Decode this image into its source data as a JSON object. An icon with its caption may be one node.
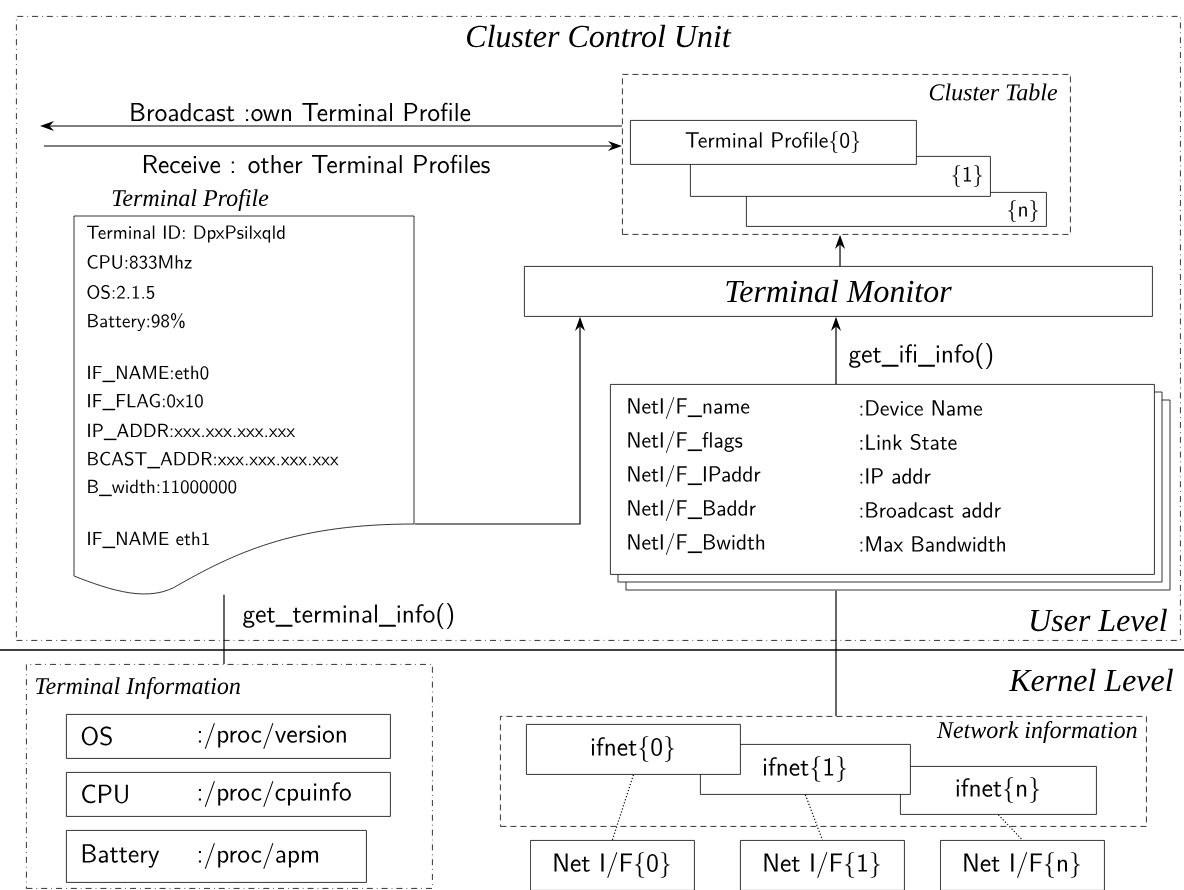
{
  "diagram": {
    "nodes": [
      {
        "text": [
          "Cluster Control Unit"
        ]
      },
      {
        "text": [
          "Cluster Table"
        ],
        "in": 0
      },
      {
        "text": [
          "Terminal Profile{0}"
        ],
        "in": 1
      },
      {
        "text": [
          "{1}"
        ],
        "in": 1
      },
      {
        "text": [
          "{n}"
        ],
        "in": 1
      },
      {
        "text": [
          "Terminal Monitor"
        ],
        "in": 0
      },
      {
        "text": [
          "Terminal Profile",
          "Terminal ID: DpxPsilxqld",
          "CPU:833Mhz",
          "OS:2.1.5",
          "Battery:98%",
          "IF_NAME:eth0",
          "IF_FLAG:0x10",
          "IP_ADDR:xxx.xxx.xxx.xxx",
          "BCAST_ADDR:xxx.xxx.xxx.xxx",
          "B_width:11000000",
          "IF_NAME eth1"
        ],
        "in": 0
      },
      {
        "text": [
          "NetI/F_name",
          ":Device Name",
          "NetI/F_flags",
          ":Link State",
          "NetI/F_IPaddr",
          ":IP addr",
          "NetI/F_Baddr",
          ":Broadcast addr",
          "NetI/F_Bwidth",
          ":Max Bandwidth"
        ],
        "in": 0
      },
      {
        "text": [
          "Terminal Information"
        ]
      },
      {
        "text": [
          "OS",
          ":/proc/version"
        ],
        "in": 8
      },
      {
        "text": [
          "CPU",
          ":/proc/cpuinfo"
        ],
        "in": 8
      },
      {
        "text": [
          "Battery",
          ":/proc/apm"
        ],
        "in": 8
      },
      {
        "text": [
          "Network information"
        ]
      },
      {
        "text": [
          "ifnet{0}"
        ],
        "in": 12
      },
      {
        "text": [
          "ifnet{1}"
        ],
        "in": 12
      },
      {
        "text": [
          "ifnet{n}"
        ],
        "in": 12
      },
      {
        "text": [
          "Net I/F{0}"
        ]
      },
      {
        "text": [
          "Net I/F{1}"
        ]
      },
      {
        "text": [
          "Net I/F{n}"
        ]
      }
    ],
    "edges": [
      {
        "from": 1,
        "to": null,
        "arrow": "to",
        "label": "Broadcast :own Terminal Profile"
      },
      {
        "from": null,
        "to": 1,
        "arrow": "to",
        "label": "Receive : other Terminal Profiles"
      },
      {
        "from": 5,
        "to": 1,
        "arrow": "to"
      },
      {
        "from": 6,
        "to": 5,
        "arrow": "to"
      },
      {
        "from": 7,
        "to": 5,
        "arrow": "to",
        "label": "get_ifi_info()"
      },
      {
        "from": 8,
        "to": 6,
        "arrow": "none",
        "label": "get_terminal_info()"
      },
      {
        "from": 12,
        "to": 7,
        "arrow": "none"
      },
      {
        "from": 13,
        "to": 16,
        "arrow": "none",
        "style": "dashed"
      },
      {
        "from": 14,
        "to": 17,
        "arrow": "none",
        "style": "dashed"
      },
      {
        "from": 15,
        "to": 18,
        "arrow": "none",
        "style": "dashed"
      }
    ],
    "labels": [
      "User Level",
      "Kernel Level"
    ]
  }
}
